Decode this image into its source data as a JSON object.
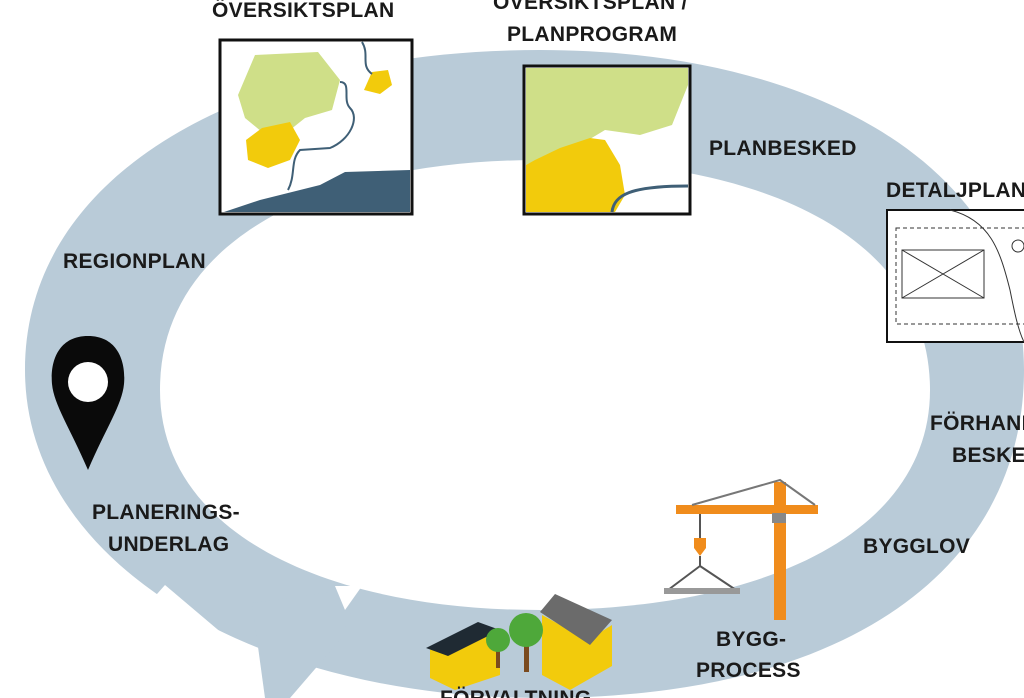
{
  "labels": {
    "oversiktsplan": "ÖVERSIKTSPLAN",
    "oversiktsplan_planprogram_1": "ÖVERSIKTSPLAN /",
    "oversiktsplan_planprogram_2": "PLANPROGRAM",
    "planbesked": "PLANBESKED",
    "detaljplan": "DETALJPLAN",
    "regionplan": "REGIONPLAN",
    "forhandsbesked_1": "FÖRHANDS-",
    "forhandsbesked_2": "BESKED",
    "planeringsunderlag_1": "PLANERINGS-",
    "planeringsunderlag_2": "UNDERLAG",
    "bygglov": "BYGGLOV",
    "byggprocess_1": "BYGG-",
    "byggprocess_2": "PROCESS",
    "forvaltning": "FÖRVALTNING"
  },
  "colors": {
    "ring": "#b9cbd8",
    "light_green": "#cfdf88",
    "yellow": "#f2cb0c",
    "dark_blue": "#3f5f76",
    "crane_orange": "#f08c1c",
    "house_roof_dark": "#1f2a33",
    "house_roof_grey": "#6b6b6b",
    "tree_green": "#4ea83a",
    "pin": "#0a0a0a"
  },
  "icons": [
    "map-pin-icon",
    "construction-crane-icon",
    "houses-trees-icon",
    "overview-map-icon",
    "zoomed-map-icon",
    "detail-plan-icon"
  ]
}
